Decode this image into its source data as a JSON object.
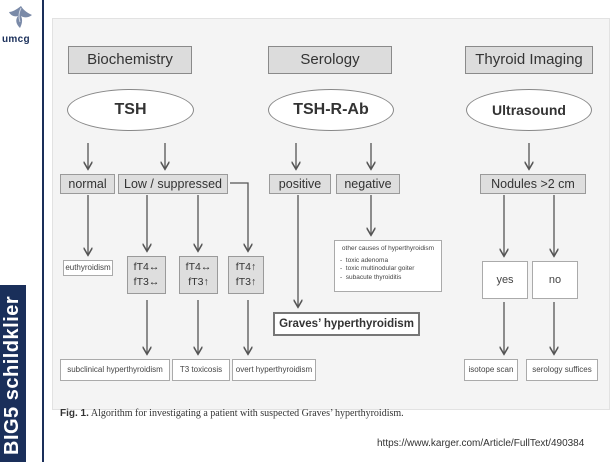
{
  "sidebar": {
    "logo_text": "umcg",
    "vertical_title": "BIG5 schildklier"
  },
  "diagram": {
    "headers": {
      "biochemistry": "Biochemistry",
      "serology": "Serology",
      "imaging": "Thyroid Imaging"
    },
    "tests": {
      "tsh": "TSH",
      "tsh_r_ab": "TSH-R-Ab",
      "ultrasound": "Ultrasound"
    },
    "results": {
      "normal": "normal",
      "low_suppressed": "Low / suppressed",
      "positive": "positive",
      "negative": "negative",
      "nodules": "Nodules >2 cm"
    },
    "levels": {
      "l1_line1": "fT4↔",
      "l1_line2": "fT3↔",
      "l2_line1": "fT4↔",
      "l2_line2": "fT3↑",
      "l3_line1": "fT4↑",
      "l3_line2": "fT3↑"
    },
    "euthyroidism": "euthyroidism",
    "other_causes": {
      "title": "other causes of hyperthyroidism",
      "items": [
        "toxic adenoma",
        "toxic multinodular goiter",
        "subacute thyroiditis"
      ]
    },
    "yes": "yes",
    "no": "no",
    "graves": "Graves’ hyperthyroidism",
    "outcomes": {
      "subclinical": "subclinical hyperthyroidism",
      "t3_toxicosis": "T3 toxicosis",
      "overt": "overt hyperthyroidism",
      "isotope": "isotope scan",
      "serology_suffices": "serology suffices"
    }
  },
  "caption": {
    "label": "Fig. 1.",
    "text": "Algorithm for investigating a patient with suspected Graves’ hyperthyroidism."
  },
  "source_url": "https://www.karger.com/Article/FullText/490384",
  "colors": {
    "brand_navy": "#1a2f5a",
    "header_gray": "#dcdcdc",
    "arrow_gray": "#555555"
  }
}
